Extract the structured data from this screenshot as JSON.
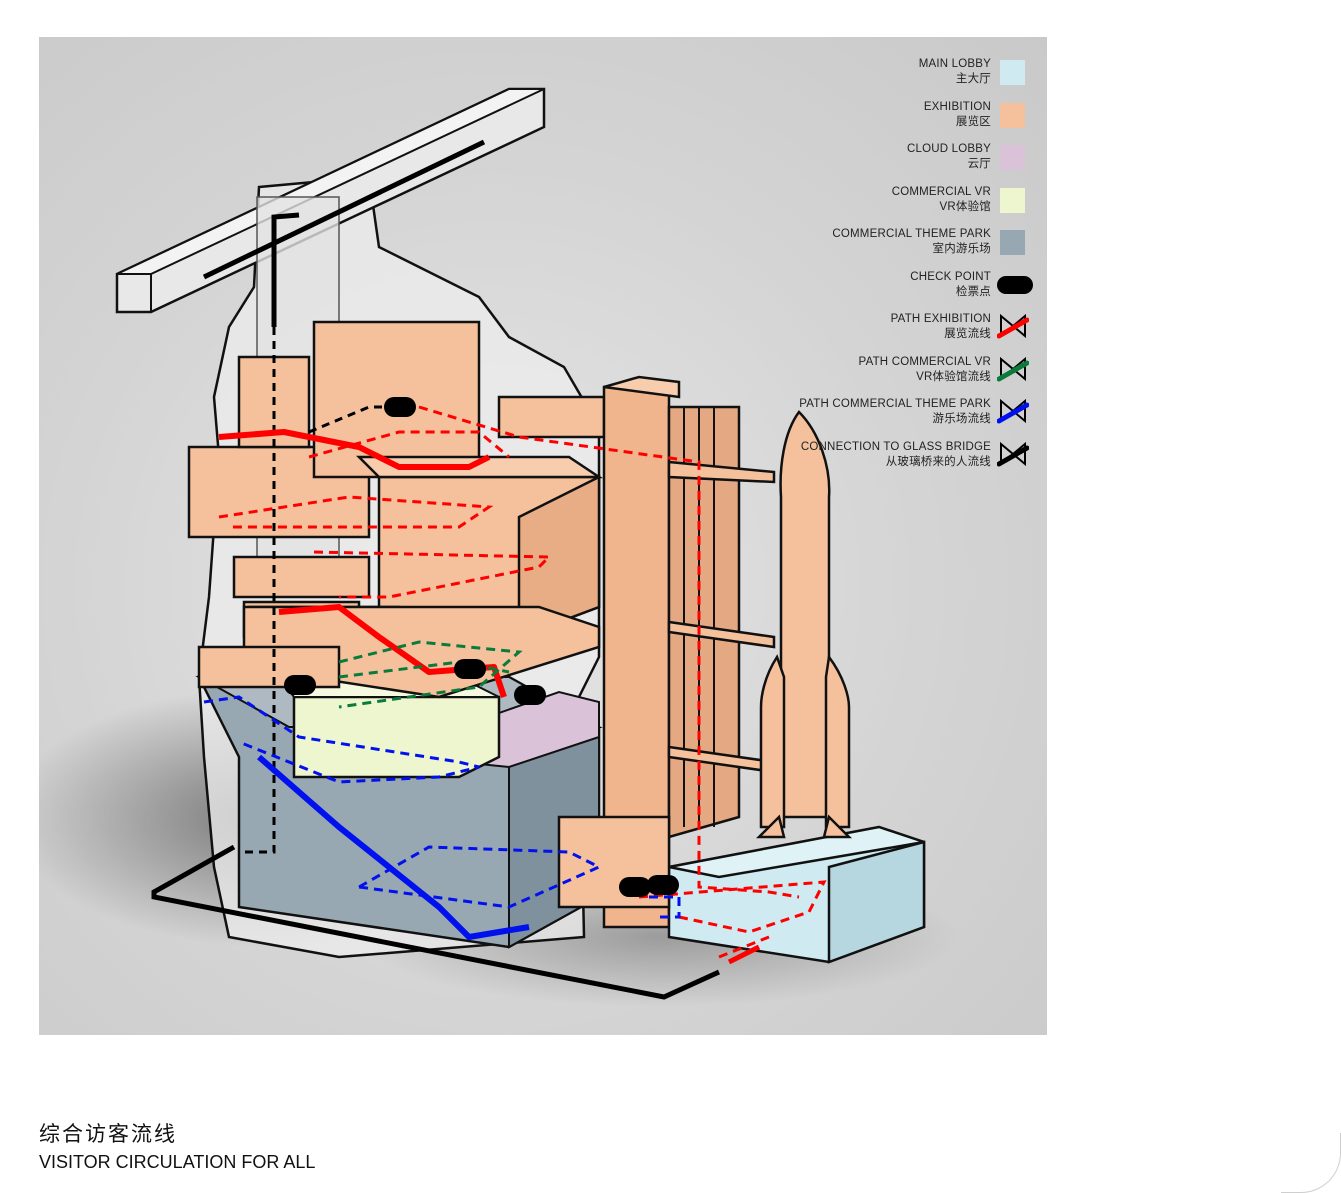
{
  "legend": [
    {
      "en": "MAIN LOBBY",
      "cn": "主大厅",
      "kind": "swatch",
      "color": "#cfeaf0",
      "icon": "square-swatch-icon"
    },
    {
      "en": "EXHIBITION",
      "cn": "展览区",
      "kind": "swatch",
      "color": "#f5c19c",
      "icon": "square-swatch-icon"
    },
    {
      "en": "CLOUD LOBBY",
      "cn": "云厅",
      "kind": "swatch",
      "color": "#dac3d9",
      "icon": "square-swatch-icon"
    },
    {
      "en": "COMMERCIAL VR",
      "cn": "VR体验馆",
      "kind": "swatch",
      "color": "#eef6cf",
      "icon": "square-swatch-icon"
    },
    {
      "en": "COMMERCIAL THEME PARK",
      "cn": "室内游乐场",
      "kind": "swatch",
      "color": "#98a8b2",
      "icon": "square-swatch-icon"
    },
    {
      "en": "CHECK POINT",
      "cn": "检票点",
      "kind": "checkpoint",
      "color": "#000000",
      "icon": "checkpoint-pill-icon"
    },
    {
      "en": "PATH EXHIBITION",
      "cn": "展览流线",
      "kind": "path",
      "color": "#ff0000",
      "icon": "path-arrow-icon"
    },
    {
      "en": "PATH COMMERCIAL VR",
      "cn": "VR体验馆流线",
      "kind": "path",
      "color": "#0b7a3a",
      "icon": "path-arrow-icon"
    },
    {
      "en": "PATH COMMERCIAL THEME PARK",
      "cn": "游乐场流线",
      "kind": "path",
      "color": "#0011ee",
      "icon": "path-arrow-icon"
    },
    {
      "en": "CONNECTION TO GLASS BRIDGE",
      "cn": "从玻璃桥来的人流线",
      "kind": "path",
      "color": "#000000",
      "icon": "path-arrow-icon"
    }
  ],
  "caption": {
    "cn": "综合访客流线",
    "en": "VISITOR CIRCULATION FOR ALL"
  }
}
